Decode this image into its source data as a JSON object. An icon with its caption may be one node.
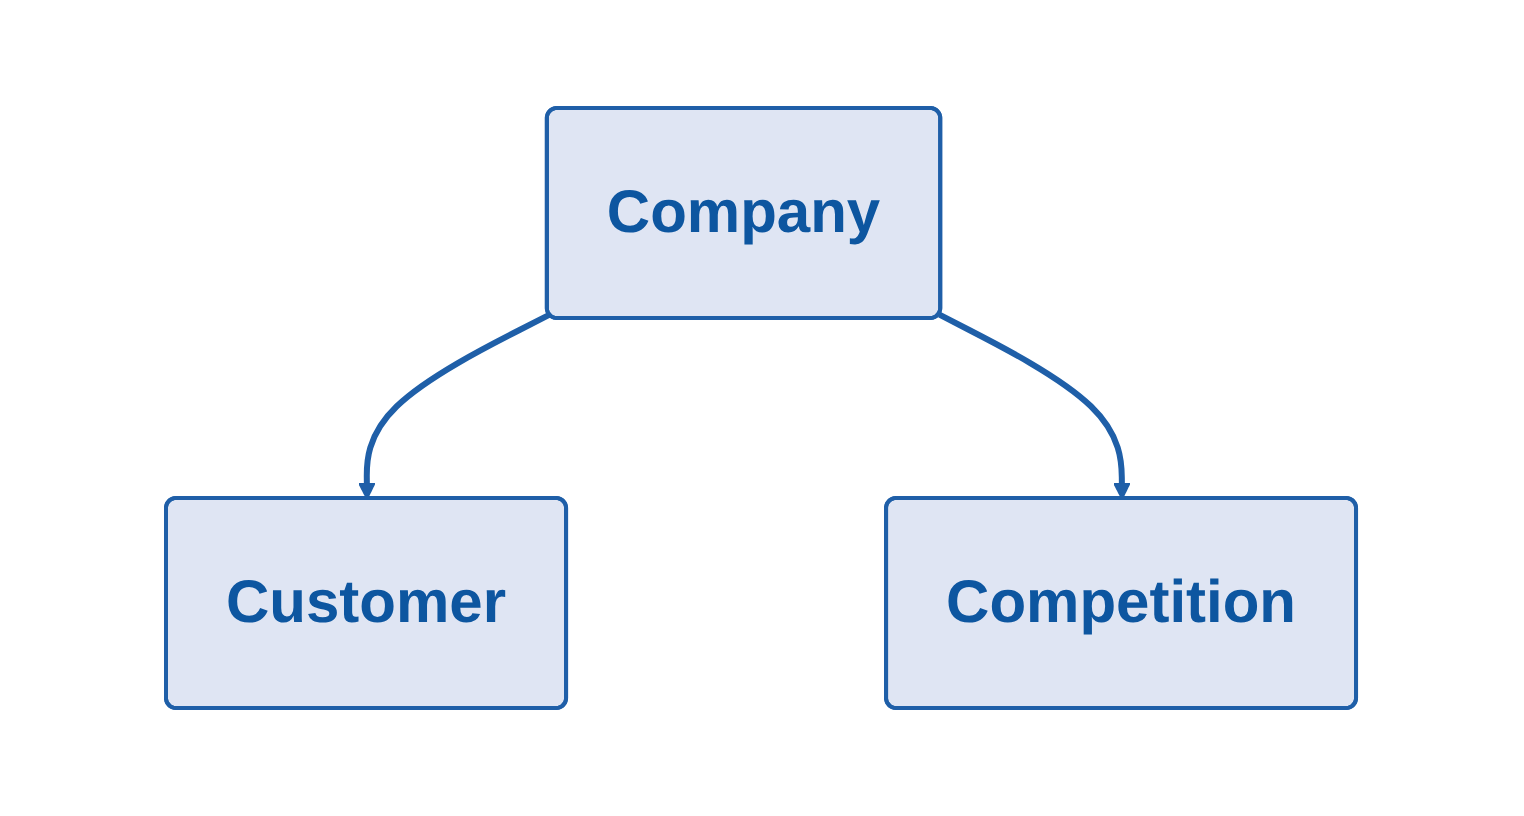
{
  "diagram": {
    "nodes": [
      {
        "text": [
          "Company"
        ]
      },
      {
        "text": [
          "Customer"
        ]
      },
      {
        "text": [
          "Competition"
        ]
      }
    ],
    "edges": [
      {
        "from": 0,
        "to": 1,
        "arrow": "to"
      },
      {
        "from": 0,
        "to": 2,
        "arrow": "to"
      }
    ]
  }
}
